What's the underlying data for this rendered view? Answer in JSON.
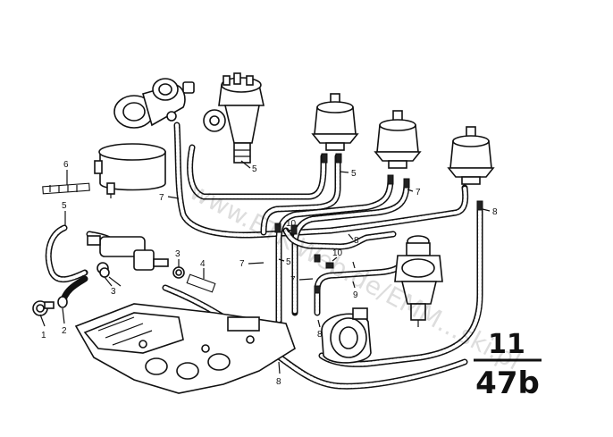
{
  "diagram": {
    "reference": {
      "group": "11",
      "page": "47b"
    },
    "watermark": "www.ETK-Web.de/EMM...ski.pl",
    "callouts": [
      "1",
      "2",
      "3",
      "3",
      "4",
      "5",
      "5",
      "5",
      "5",
      "6",
      "7",
      "7",
      "7",
      "7",
      "8",
      "8",
      "8",
      "8",
      "9",
      "10",
      "10"
    ]
  }
}
